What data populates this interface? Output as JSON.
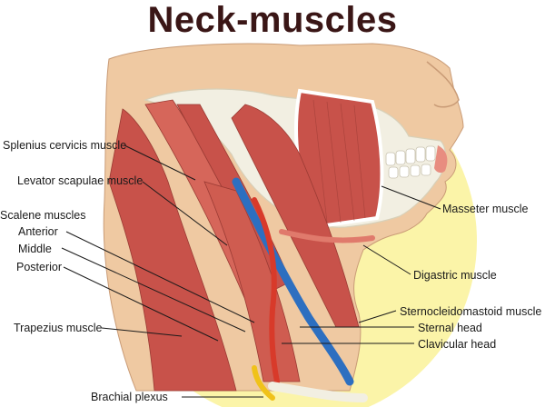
{
  "title": "Neck-muscles",
  "labels": {
    "splenius": "Splenius cervicis muscle",
    "levator": "Levator scapulae muscle",
    "scalene": "Scalene muscles",
    "anterior": "Anterior",
    "middle": "Middle",
    "posterior": "Posterior",
    "trapezius": "Trapezius muscle",
    "brachial": "Brachial plexus",
    "masseter": "Masseter muscle",
    "digastric": "Digastric muscle",
    "scm": "Sternocleidomastoid muscle",
    "sternal": "Sternal head",
    "clavicular": "Clavicular head"
  },
  "colors": {
    "skin": "#efc9a2",
    "muscle": "#c8524a",
    "muscle_light": "#e07a6c",
    "bone": "#f2efe2",
    "background_circle": "#fbf4a8",
    "artery": "#d83a2a",
    "vein": "#2d6fc0",
    "nerve": "#f0c21a",
    "title": "#3a1616"
  }
}
